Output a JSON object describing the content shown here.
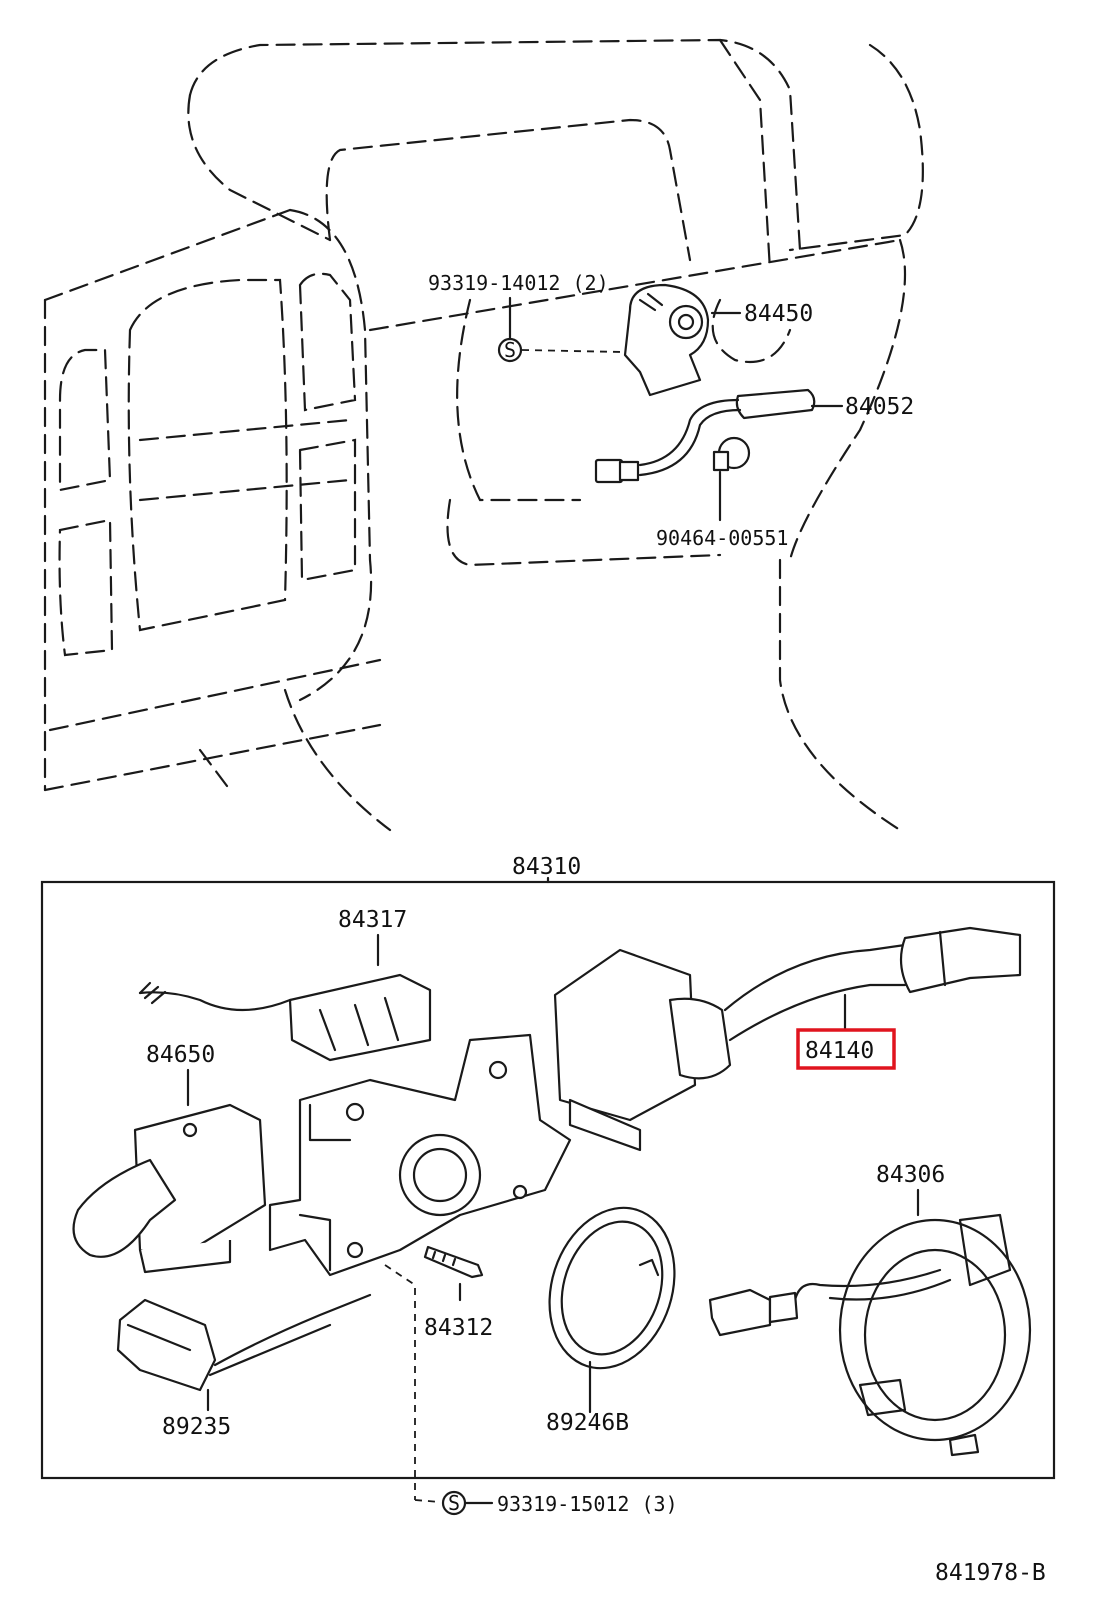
{
  "diagram": {
    "figure_code": "841978-B",
    "assembly_label": "84310",
    "highlight_color": "#e0141e",
    "upper_parts": [
      {
        "key": "screw_upper",
        "label": "93319-14012 (2)"
      },
      {
        "key": "ignition_switch",
        "label": "84450"
      },
      {
        "key": "wire_harness",
        "label": "84052"
      },
      {
        "key": "bulb",
        "label": "90464-00551"
      }
    ],
    "lower_parts": [
      {
        "key": "connector",
        "label": "84317"
      },
      {
        "key": "headlamp_switch",
        "label": "84650"
      },
      {
        "key": "wiper_switch",
        "label": "84140",
        "highlighted": true
      },
      {
        "key": "spiral_cable",
        "label": "84306"
      },
      {
        "key": "pin",
        "label": "84312"
      },
      {
        "key": "hazard_switch",
        "label": "89235"
      },
      {
        "key": "retainer_ring",
        "label": "89246B"
      },
      {
        "key": "screw_lower",
        "label": "93319-15012 (3)"
      }
    ],
    "screw_symbol": "S"
  }
}
